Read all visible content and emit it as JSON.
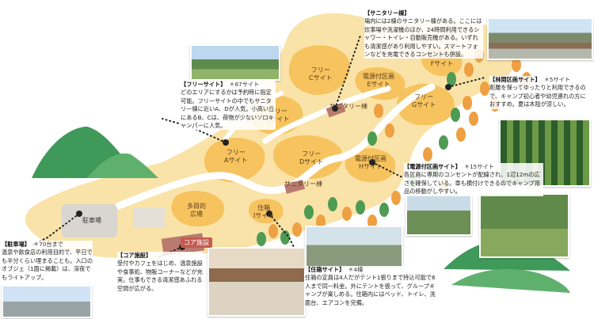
{
  "map": {
    "zones": [
      {
        "id": "free-a",
        "label": "フリー\nAサイト"
      },
      {
        "id": "free-b",
        "label": "フリー\nBサイト"
      },
      {
        "id": "free-c",
        "label": "フリー\nCサイト"
      },
      {
        "id": "free-d",
        "label": "フリー\nDサイト"
      },
      {
        "id": "free-g",
        "label": "フリー\nGサイト"
      },
      {
        "id": "elec-e",
        "label": "電源付区画\nEサイト"
      },
      {
        "id": "elec-h",
        "label": "電源付区画\nHサイト"
      },
      {
        "id": "forest-f",
        "label": "林間区画\nFサイト"
      },
      {
        "id": "tajimokuteki",
        "label": "多目的\n広場"
      },
      {
        "id": "jubako",
        "label": "住箱\nIサイト"
      }
    ],
    "pins": {
      "sanitary_top": "サニタリー棟",
      "sanitary_bottom": "サニタリー棟",
      "parking": "駐車場",
      "core": "コア施設"
    }
  },
  "info_boxes": {
    "sanitary": {
      "title": "サニタリー棟",
      "meta": "",
      "body": "場内には2棟のサニタリー棟がある。ここには炊事場や洗濯機のほか、24時間利用できるシャワー・トイレ・自動販売機がある。いずれも清潔感があり利用しやすい。スマートフォンなどを充電できるコンセントも併設。"
    },
    "free": {
      "title": "フリーサイト",
      "meta": "＊67サイト",
      "body": "どのエリアにするかは予約時に指定可能。フリーサイトの中でもサニタリー棟に近いA、Dが人気。小高い丘にあるB、Cは、荷物が少ないソロキャンパーに人気。"
    },
    "forest": {
      "title": "林間区画サイト",
      "meta": "＊5サイト",
      "body": "距離を保ってゆったりと利用できるので、キャンプ初心者や幼児連れの方におすすめ。夏は木陰が涼しい。"
    },
    "electric": {
      "title": "電源付区画サイト",
      "meta": "＊15サイト",
      "body": "各区画に専用のコンセントが配線され、1辺12mの広さを確保している。車も横付けできるのでキャンプ用品の移動がしやすい。"
    },
    "parking": {
      "title": "駐車場",
      "meta": "＊70台まで",
      "body": "温泉や飲食店の利用目的で、平日でも半分くらい埋まることも。入口のオブジェ（1面に掲載）は、深夜でもライトアップ。"
    },
    "core": {
      "title": "コア施設",
      "meta": "",
      "body": "受付やカフェをはじめ、温泉施設や食事処、物販コーナーなどが充実。仕事もできる清潔感あふれる空間が広がる。"
    },
    "jubako": {
      "title": "住箱サイト",
      "meta": "＊4棟",
      "body": "住箱の定員は4人だがテント1張りまで持込可能で6人まで同一料金。外にテントを張って、グループキャンプが楽しめる。住箱内にはベッド、トイレ、洗面台、エアコンを完備。"
    }
  },
  "colors": {
    "ground": "#fae3a8",
    "zone": "#f6c35e",
    "road": "#ffffff",
    "hill": "#3f9a5a",
    "tree_orange": "#eea043",
    "tree_green": "#4e9b53",
    "dot_line": "#222222",
    "building": "#b97b6f"
  }
}
